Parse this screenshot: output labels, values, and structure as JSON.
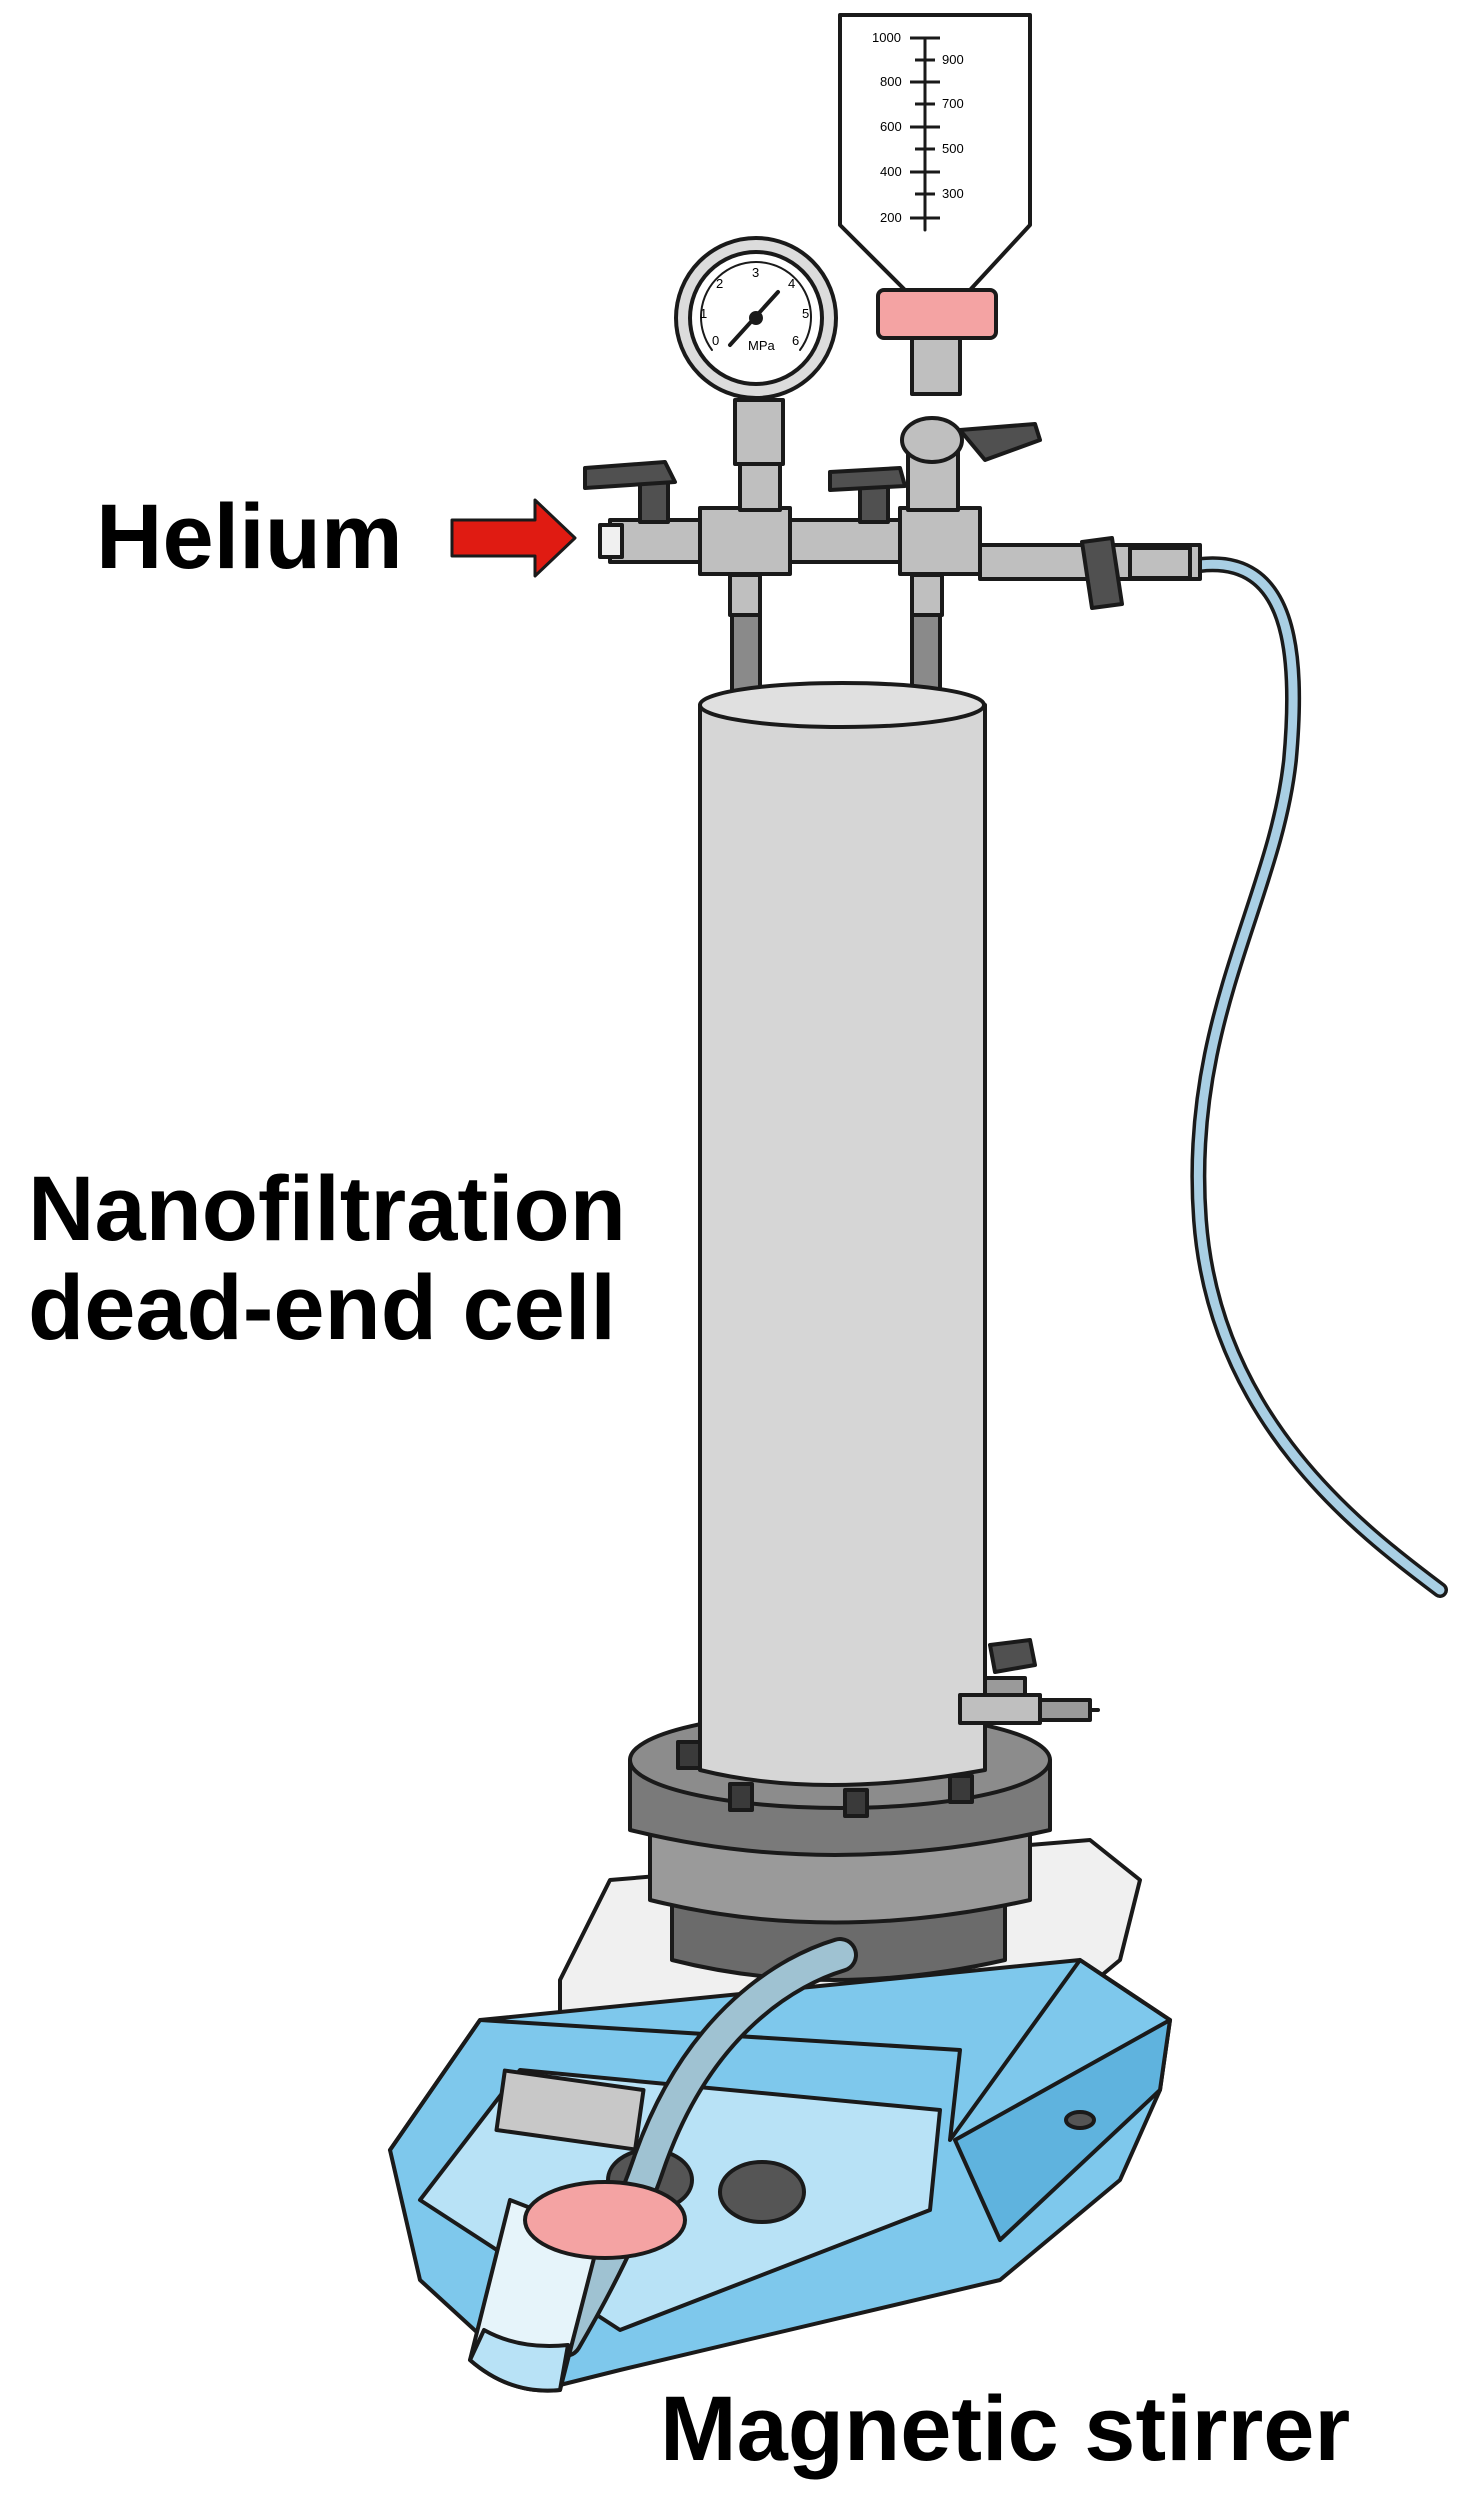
{
  "labels": {
    "helium": "Helium",
    "cell_line1": "Nanofiltration",
    "cell_line2": "dead-end cell",
    "stirrer": "Magnetic stirrer"
  },
  "gauge": {
    "unit": "MPa",
    "ticks": [
      "0",
      "1",
      "2",
      "3",
      "4",
      "5",
      "6"
    ]
  },
  "reservoir": {
    "left_scale": [
      "1000",
      "800",
      "600",
      "400",
      "200"
    ],
    "right_scale": [
      "900",
      "700",
      "500",
      "300"
    ]
  },
  "colors": {
    "outline": "#1a1a1a",
    "cylinder": "#d6d6d6",
    "flange_dark": "#7a7a7a",
    "flange_mid": "#9a9a9a",
    "plate": "#f0f0f0",
    "stirrer_body": "#7ec8ec",
    "stirrer_light": "#b8e2f6",
    "display": "#c8c8c8",
    "knob": "#555555",
    "tube": "#a9cfe4",
    "cap": "#f4a3a3",
    "arrow": "#e01b12",
    "metal": "#bfbfbf",
    "valve_handle": "#505050"
  }
}
